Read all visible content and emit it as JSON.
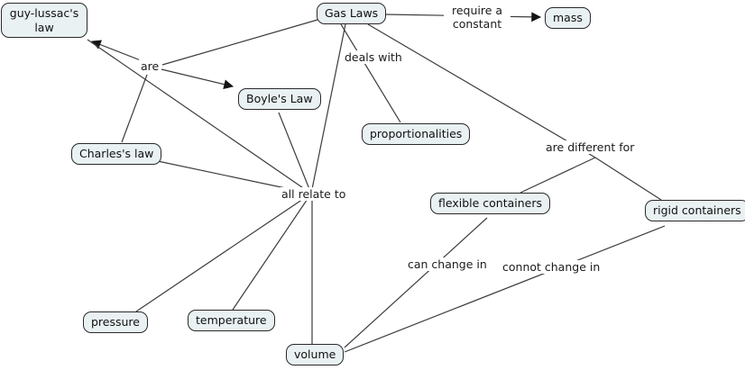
{
  "diagram": {
    "kind": "concept-map",
    "topic": "Gas Laws",
    "background_color": "#ffffff",
    "node_fill_color": "#e9f1f3",
    "node_border_color": "#2a2a2a",
    "line_color": "#3c3c3c",
    "text_color": "#101010"
  },
  "nodes": [
    {
      "id": "guy-lussacs-law",
      "label": "guy-lussac's law"
    },
    {
      "id": "gas-laws",
      "label": "Gas Laws"
    },
    {
      "id": "mass",
      "label": "mass"
    },
    {
      "id": "boyles-law",
      "label": "Boyle's Law"
    },
    {
      "id": "charless-law",
      "label": "Charles's law"
    },
    {
      "id": "proportionalities",
      "label": "proportionalities"
    },
    {
      "id": "flexible-containers",
      "label": "flexible containers"
    },
    {
      "id": "rigid-containers",
      "label": "rigid containers"
    },
    {
      "id": "pressure",
      "label": "pressure"
    },
    {
      "id": "temperature",
      "label": "temperature"
    },
    {
      "id": "volume",
      "label": "volume"
    }
  ],
  "link_labels": [
    {
      "id": "are",
      "label": "are"
    },
    {
      "id": "require-a-constant",
      "label": "require a constant"
    },
    {
      "id": "deals-with",
      "label": "deals with"
    },
    {
      "id": "all-relate-to",
      "label": "all relate to"
    },
    {
      "id": "are-different-for",
      "label": "are different for"
    },
    {
      "id": "can-change-in",
      "label": "can change in"
    },
    {
      "id": "connot-change-in",
      "label": "connot change in"
    }
  ],
  "edges": [
    {
      "from": "Gas Laws",
      "link": "are",
      "to": [
        "guy-lussac's law",
        "Boyle's Law",
        "Charles's law"
      ],
      "arrow_to": [
        "guy-lussac's law",
        "Boyle's Law"
      ]
    },
    {
      "from": "Gas Laws",
      "link": "require a constant",
      "to": [
        "mass"
      ],
      "arrow_to": [
        "mass"
      ]
    },
    {
      "from": "Gas Laws",
      "link": "deals with",
      "to": [
        "proportionalities"
      ],
      "arrow_to": []
    },
    {
      "from": "Gas Laws",
      "link": "are different for",
      "to": [
        "flexible containers",
        "rigid containers"
      ],
      "arrow_to": []
    },
    {
      "from": "Gas Laws, guy-lussac's law, Charles's law, Boyle's Law",
      "link": "all relate to",
      "to": [
        "pressure",
        "temperature",
        "volume"
      ],
      "arrow_to": []
    },
    {
      "from": "flexible containers",
      "link": "can change in",
      "to": [
        "volume"
      ],
      "arrow_to": []
    },
    {
      "from": "rigid containers",
      "link": "connot change in",
      "to": [
        "volume"
      ],
      "arrow_to": []
    }
  ]
}
